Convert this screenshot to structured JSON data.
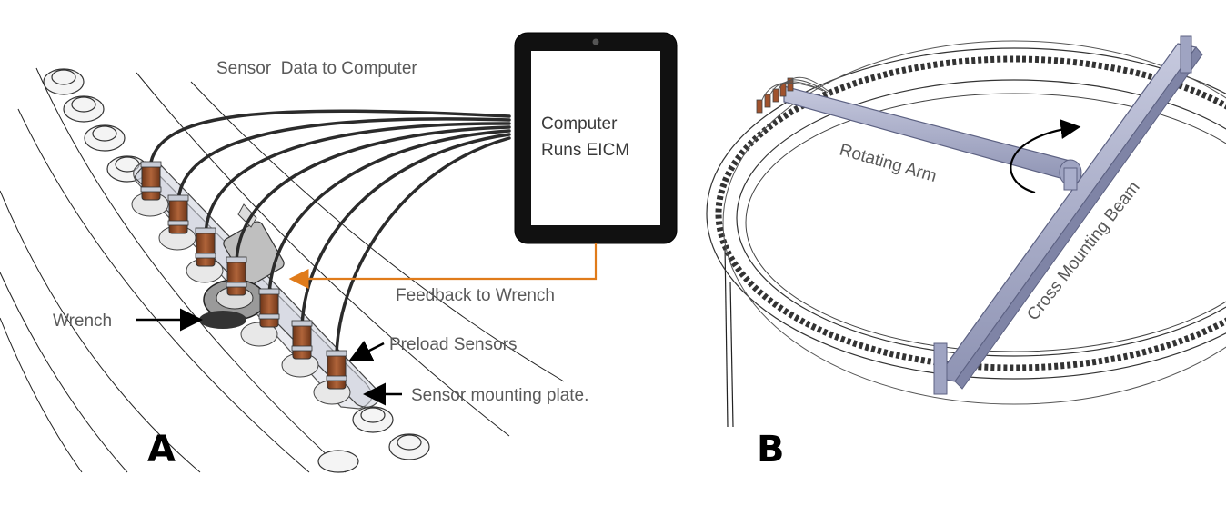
{
  "panel_a": {
    "letter": "A",
    "labels": {
      "sensor_data": "Sensor  Data to Computer",
      "feedback": "Feedback to Wrench",
      "wrench": "Wrench",
      "preload_sensors": "Preload Sensors",
      "mounting_plate": "Sensor mounting plate."
    },
    "tablet": {
      "line1": "Computer",
      "line2": "Runs EICM"
    },
    "feedback_arrow_color": "#e07b1a",
    "cable_color": "#2b2b2b",
    "sensor_color": "#a0522d"
  },
  "panel_b": {
    "letter": "B",
    "labels": {
      "rotating_arm": "Rotating Arm",
      "cross_beam": "Cross Mounting Beam"
    },
    "beam_color": "#a9aecb"
  }
}
